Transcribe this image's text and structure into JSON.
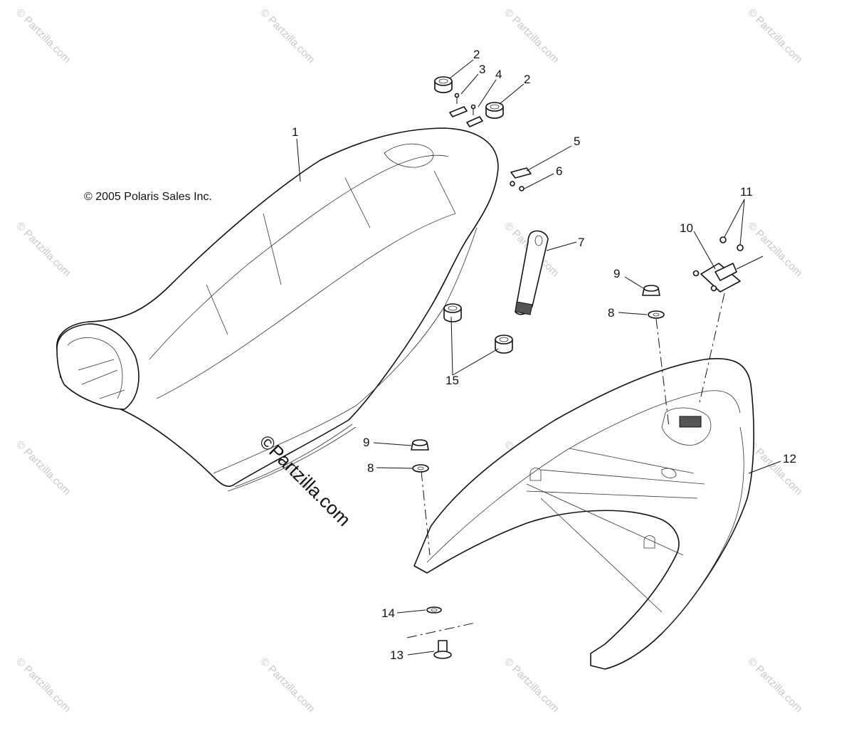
{
  "copyright": "© 2005 Polaris Sales Inc.",
  "watermark": "© Partzilla.com",
  "center_watermark": "©Partzilla.com",
  "callouts": {
    "c1": "1",
    "c2a": "2",
    "c2b": "2",
    "c3": "3",
    "c4": "4",
    "c5": "5",
    "c6": "6",
    "c7": "7",
    "c8a": "8",
    "c8b": "8",
    "c9a": "9",
    "c9b": "9",
    "c10": "10",
    "c11": "11",
    "c12": "12",
    "c13": "13",
    "c14": "14",
    "c15": "15"
  }
}
